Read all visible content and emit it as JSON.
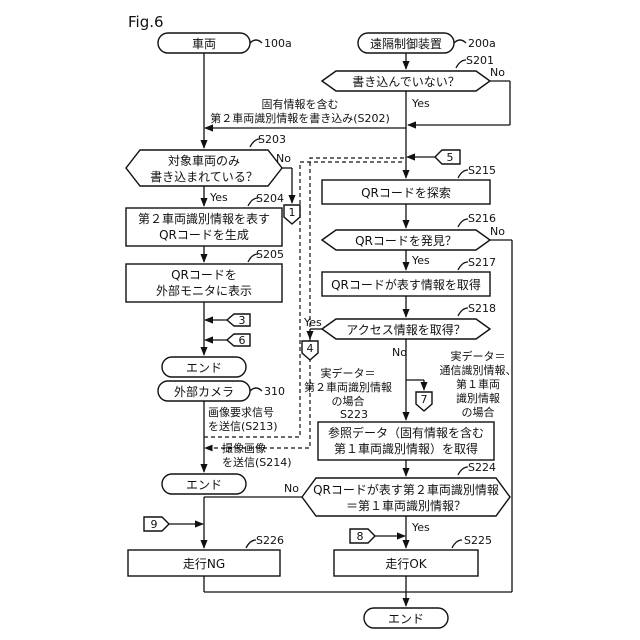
{
  "figure_label": "Fig.6",
  "refs": {
    "vehicle": "100a",
    "remote": "200a",
    "camera": "310"
  },
  "left": {
    "start": "車両",
    "s203": {
      "step": "S203",
      "line1": "対象車両のみ",
      "line2": "書き込まれている？",
      "no": "No",
      "yes": "Yes"
    },
    "s204": {
      "step": "S204",
      "line1": "第２車両識別情報を表す",
      "line2": "QRコードを生成"
    },
    "s205": {
      "step": "S205",
      "line1": "QRコードを",
      "line2": "外部モニタに表示"
    },
    "end1": "エンド",
    "camera": "外部カメラ",
    "end2": "エンド"
  },
  "right": {
    "start": "遠隔制御装置",
    "s201": {
      "step": "S201",
      "text": "書き込んでいない？",
      "no": "No",
      "yes": "Yes"
    },
    "s215": {
      "step": "S215",
      "text": "QRコードを探索"
    },
    "s216": {
      "step": "S216",
      "text": "QRコードを発見？",
      "no": "No",
      "yes": "Yes"
    },
    "s217": {
      "step": "S217",
      "text": "QRコードが表す情報を取得"
    },
    "s218": {
      "step": "S218",
      "text": "アクセス情報を取得？",
      "no": "No",
      "yes": "Yes"
    },
    "s223": {
      "step": "S223",
      "line1": "参照データ（固有情報を含む",
      "line2": "第１車両識別情報）を取得"
    },
    "s224": {
      "step": "S224",
      "line1": "QRコードが表す第２車両識別情報",
      "line2": "＝第１車両識別情報？",
      "no": "No",
      "yes": "Yes"
    },
    "s225": {
      "step": "S225",
      "text": "走行OK"
    },
    "s226": {
      "step": "S226",
      "text": "走行NG"
    },
    "end": "エンド"
  },
  "messages": {
    "s202_line1": "固有情報を含む",
    "s202_line2": "第２車両識別情報を書き込み(S202)",
    "s213_line1": "画像要求信号",
    "s213_line2": "を送信(S213)",
    "s214_line1": "撮像画像",
    "s214_line2": "を送信(S214)"
  },
  "notes": {
    "case_left": [
      "実データ＝",
      "第２車両識別情報",
      "の場合"
    ],
    "case_right": [
      "実データ＝",
      "通信識別情報、",
      "第１車両",
      "識別情報",
      "の場合"
    ]
  },
  "connectors": [
    "1",
    "3",
    "6",
    "4",
    "5",
    "7",
    "8",
    "9"
  ]
}
